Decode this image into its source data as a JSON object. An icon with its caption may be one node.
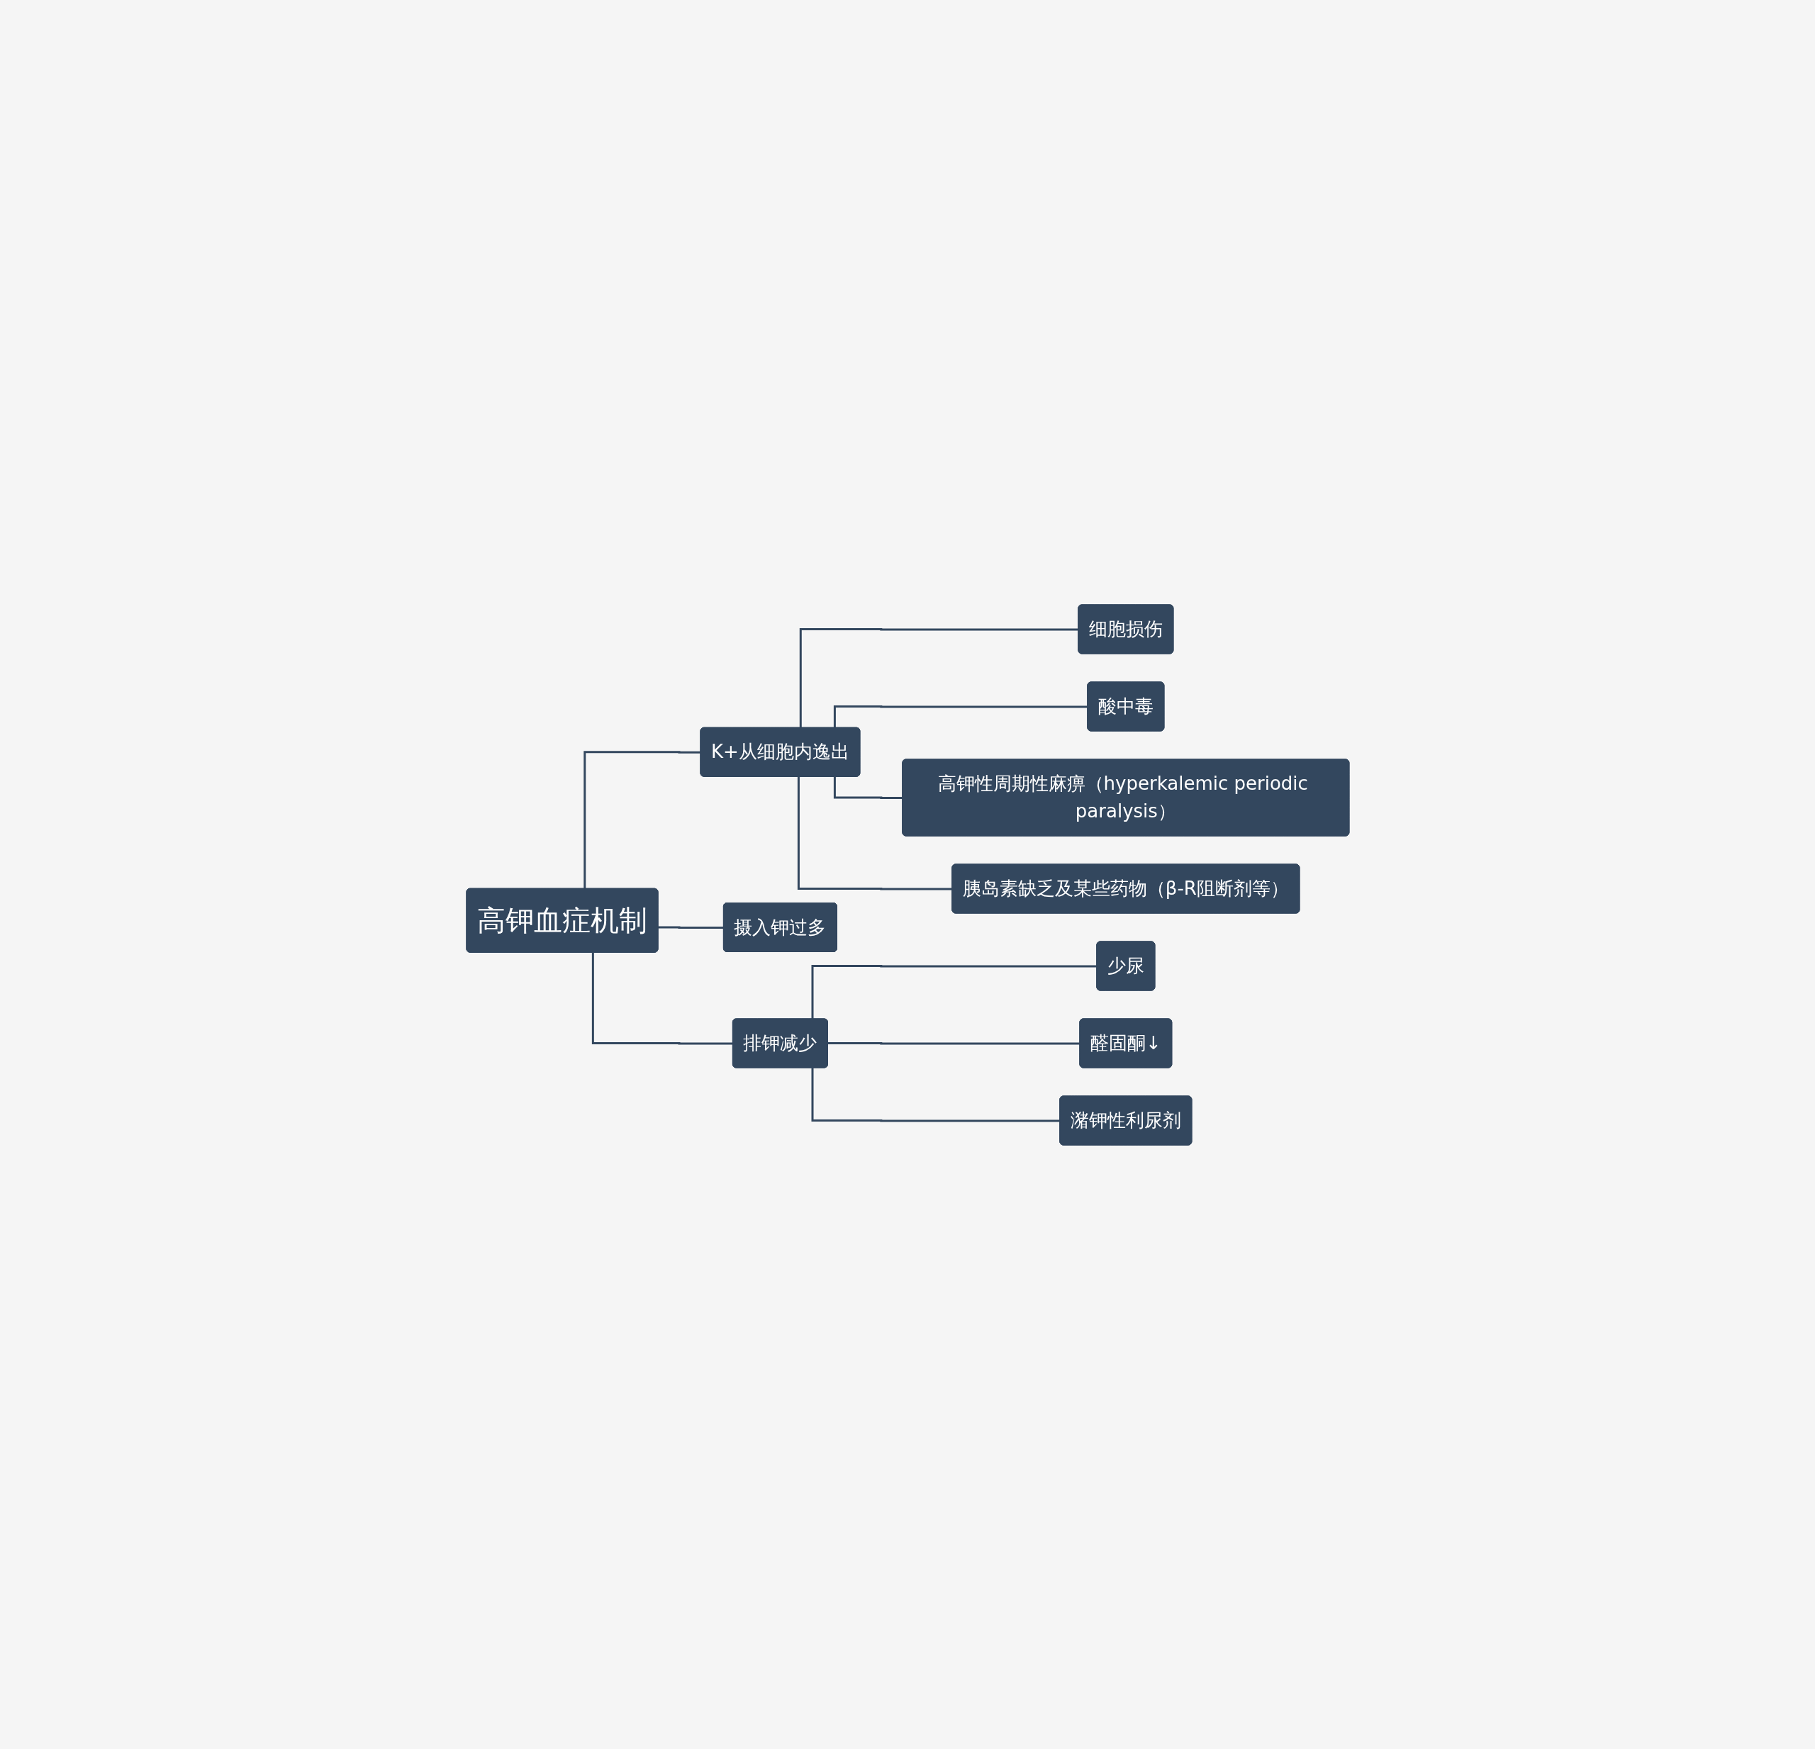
{
  "diagram": {
    "nodes": [
      {
        "text": [
          "高钾血症机制"
        ]
      },
      {
        "text": [
          "K+从细胞内逸出"
        ]
      },
      {
        "text": [
          "细胞损伤"
        ]
      },
      {
        "text": [
          "酸中毒"
        ]
      },
      {
        "text": [
          "高钾性周期性麻痹（hyperkalemic periodic paralysis）"
        ]
      },
      {
        "text": [
          "胰岛素缺乏及某些药物（β-R阻断剂等）"
        ]
      },
      {
        "text": [
          "摄入钾过多"
        ]
      },
      {
        "text": [
          "排钾减少"
        ]
      },
      {
        "text": [
          "少尿"
        ]
      },
      {
        "text": [
          "醛固酮↓"
        ]
      },
      {
        "text": [
          "潴钾性利尿剂"
        ]
      }
    ],
    "edges": [
      {
        "from": 0,
        "to": 1,
        "arrow": "none"
      },
      {
        "from": 1,
        "to": 2,
        "arrow": "none"
      },
      {
        "from": 1,
        "to": 3,
        "arrow": "none"
      },
      {
        "from": 1,
        "to": 4,
        "arrow": "none"
      },
      {
        "from": 1,
        "to": 5,
        "arrow": "none"
      },
      {
        "from": 0,
        "to": 6,
        "arrow": "none"
      },
      {
        "from": 0,
        "to": 7,
        "arrow": "none"
      },
      {
        "from": 7,
        "to": 8,
        "arrow": "none"
      },
      {
        "from": 7,
        "to": 9,
        "arrow": "none"
      },
      {
        "from": 7,
        "to": 10,
        "arrow": "none"
      }
    ]
  }
}
